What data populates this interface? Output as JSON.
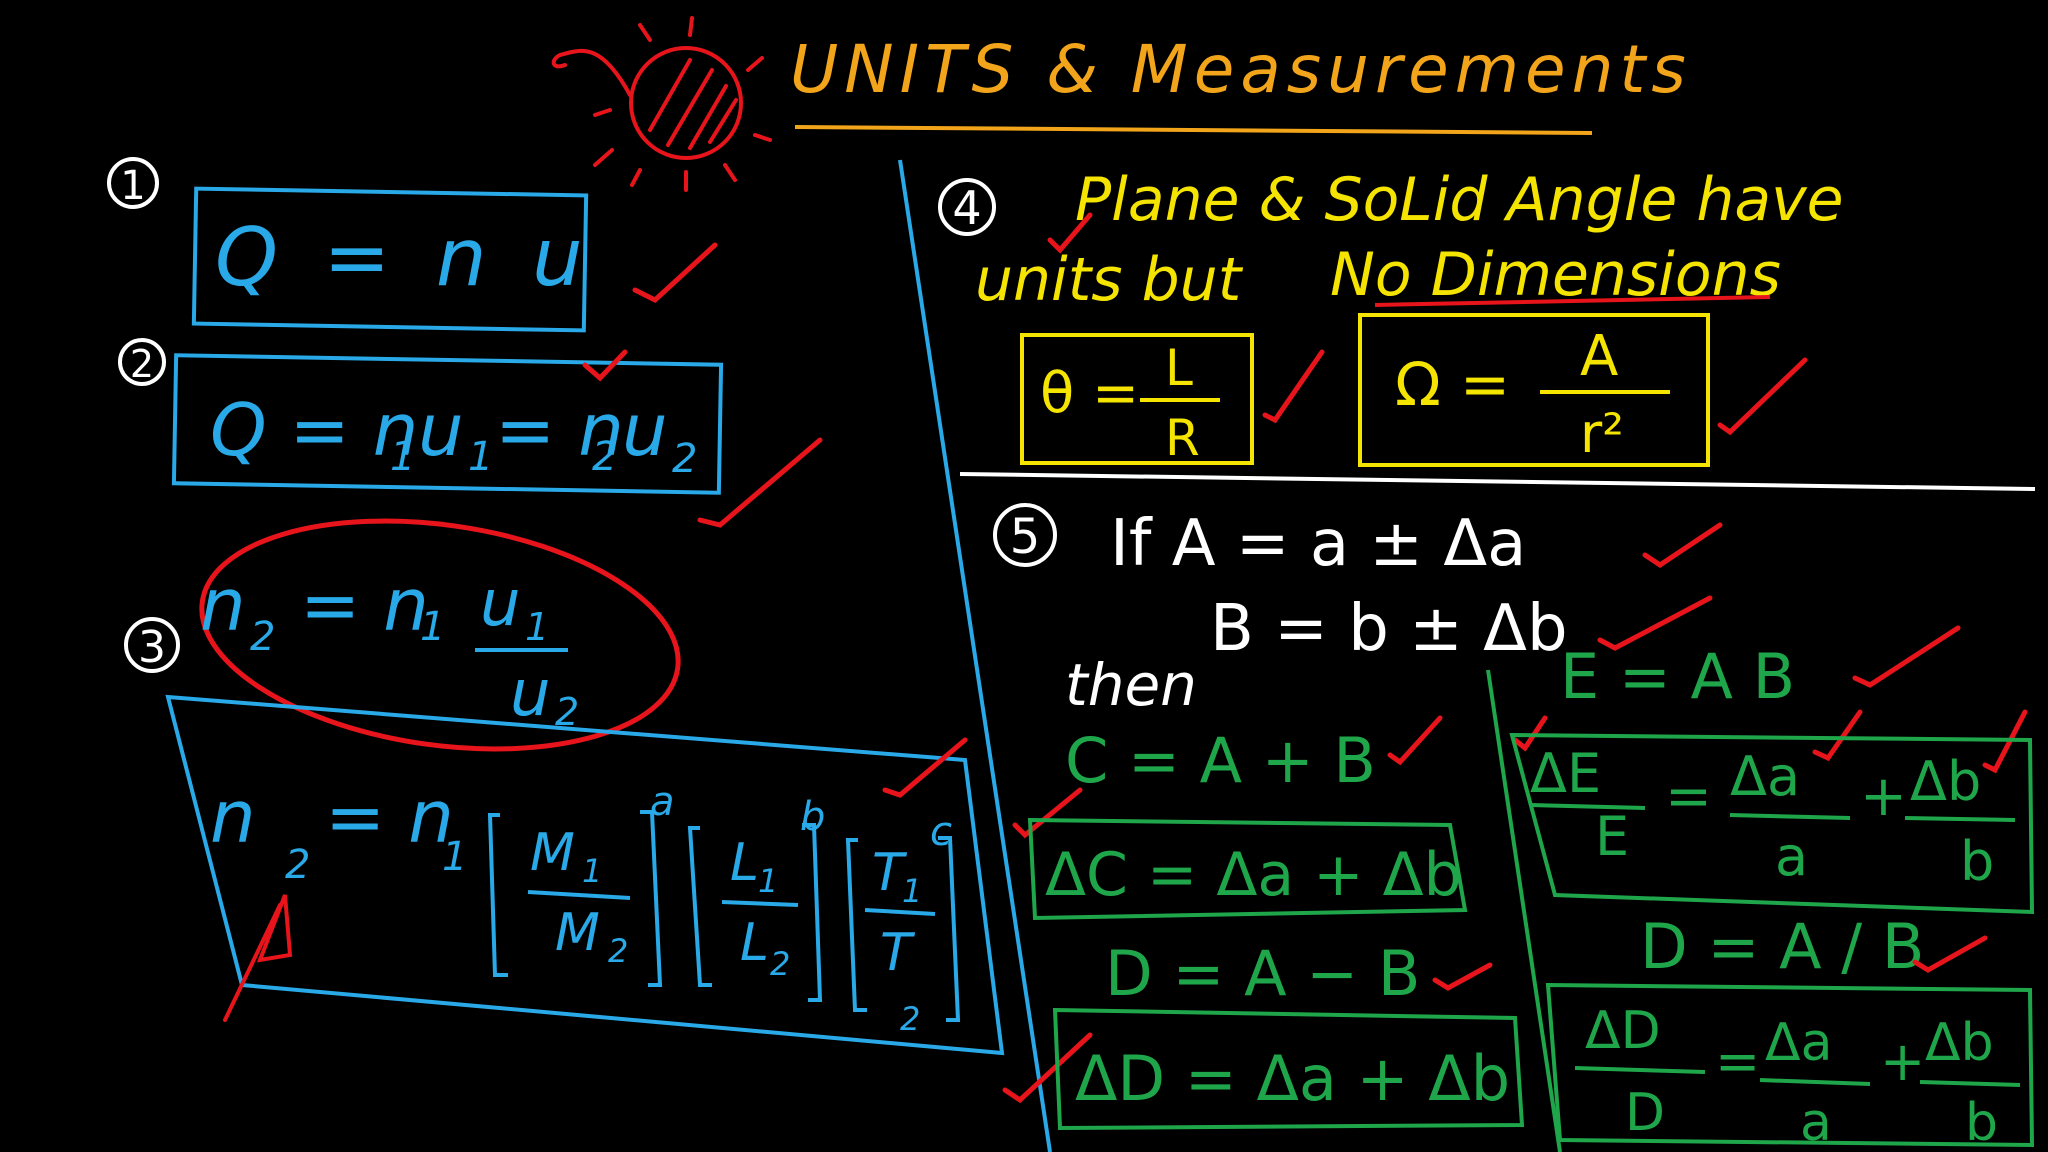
{
  "colors": {
    "background": "#000000",
    "yellow": "#f5e400",
    "orange": "#f2a51a",
    "blue": "#29a9e8",
    "red": "#e8141b",
    "green": "#1fa64a",
    "white": "#ffffff"
  },
  "title": "UNITS & Measurements",
  "items": {
    "n1": "1",
    "n2": "2",
    "n3": "3",
    "n4": "4",
    "n5": "5",
    "eq1": "Q = n u",
    "eq2_a": "Q = n",
    "eq2_b": "u",
    "eq2_c": "= n",
    "eq2_d": "u",
    "sub1": "1",
    "sub2": "2",
    "eq3_lhs": "n",
    "eq3_eq": "= n",
    "eq3_num": "u",
    "eq3_den": "u",
    "eq4_lhs": "n",
    "eq4_eq": "= n",
    "M1": "M",
    "M2": "M",
    "L1": "L",
    "L2": "L",
    "T1": "T",
    "T2": "T",
    "exp_a": "a",
    "exp_b": "b",
    "exp_c": "c",
    "angle_line1": "Plane & SoLid Angle have",
    "angle_line2_a": "units but",
    "angle_line2_b": "No Dimensions",
    "theta_lhs": "θ =",
    "theta_num": "L",
    "theta_den": "R",
    "omega_lhs": "Ω =",
    "omega_num": "A",
    "omega_den": "r²",
    "if_a": "If  A = a ± Δa",
    "if_b": "B = b ± Δb",
    "then": "then",
    "c_eq": "C = A + B",
    "dc_eq": "ΔC = Δa + Δb",
    "d_eq": "D = A − B",
    "dd_eq": "ΔD = Δa + Δb",
    "e_eq": "E = A B",
    "de_lhs_num": "ΔE",
    "de_lhs_den": "E",
    "de_t1_num": "Δa",
    "de_t1_den": "a",
    "de_t2_num": "Δb",
    "de_t2_den": "b",
    "d2_eq": "D = A / B",
    "dd2_lhs_num": "ΔD",
    "dd2_lhs_den": "D",
    "dd2_t1_num": "Δa",
    "dd2_t1_den": "a",
    "dd2_t2_num": "Δb",
    "dd2_t2_den": "b"
  }
}
